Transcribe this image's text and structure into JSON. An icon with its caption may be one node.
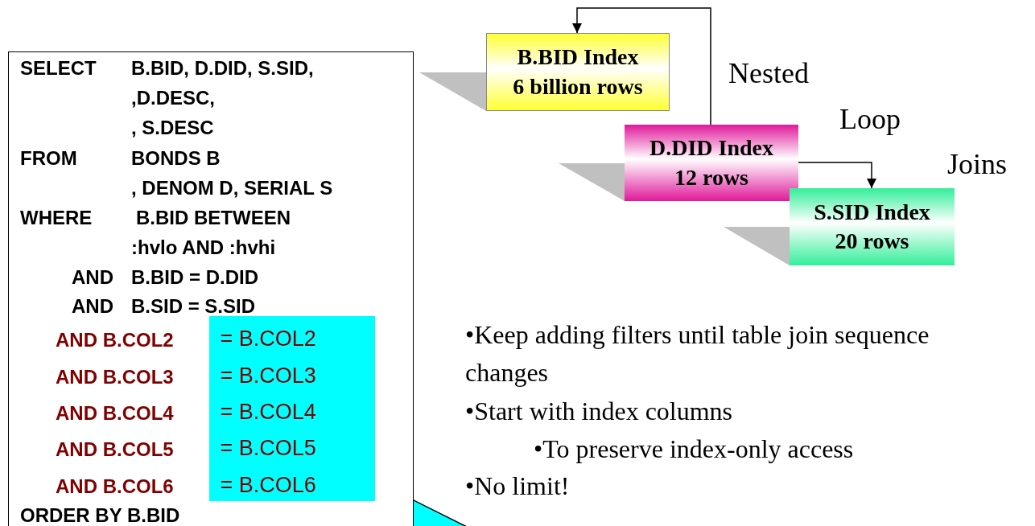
{
  "diagram": {
    "nodes": [
      {
        "text": [
          "SELECT",
          "B.BID, D.DID, S.SID,",
          ",D.DESC,",
          ", S.DESC",
          "FROM",
          "BONDS B",
          ", DENOM D, SERIAL S",
          "WHERE",
          "B.BID BETWEEN",
          ":hvlo AND :hvhi",
          "AND",
          "B.BID = D.DID",
          "AND",
          "B.SID = S.SID",
          "AND B.COL2",
          "AND B.COL3",
          "AND B.COL4",
          "AND B.COL5",
          "AND B.COL6",
          "ORDER BY B.BID"
        ]
      },
      {
        "text": [
          "= B.COL2",
          "= B.COL3",
          "= B.COL4",
          "= B.COL5",
          "= B.COL6"
        ],
        "in": 0
      },
      {
        "text": [
          "B.BID Index",
          "6 billion rows"
        ]
      },
      {
        "text": [
          "D.DID Index",
          "12 rows"
        ]
      },
      {
        "text": [
          "S.SID Index",
          "20 rows"
        ]
      }
    ],
    "edges": [
      {
        "from": 3,
        "to": 2,
        "arrow": "to"
      },
      {
        "from": 3,
        "to": 4,
        "arrow": "to"
      }
    ],
    "labels": [
      "Nested",
      "Loop",
      "Joins",
      "•Keep adding filters until table join sequence changes",
      "•Start with index columns",
      "•To preserve index-only access",
      "•No limit!"
    ]
  }
}
